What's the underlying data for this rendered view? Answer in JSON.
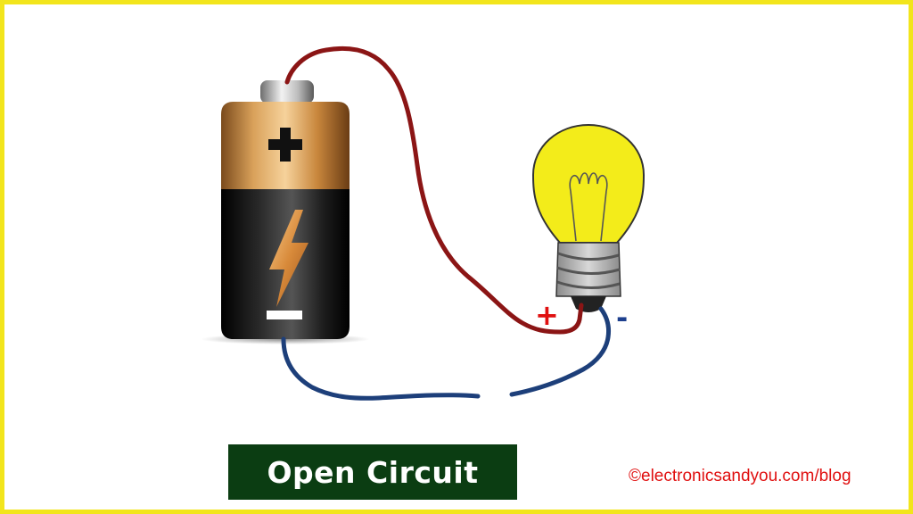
{
  "title": "Open Circuit",
  "copyright": "©electronicsandyou.com/blog",
  "terminals": {
    "positive_sign": "+",
    "negative_sign": "-"
  },
  "components": {
    "battery": {
      "name": "battery",
      "top_symbol": "plus",
      "center_symbol": "lightning-bolt",
      "bottom_symbol": "minus"
    },
    "bulb": {
      "name": "light-bulb"
    },
    "positive_wire": {
      "color": "#8b1515"
    },
    "negative_wire": {
      "color": "#1d3f7a",
      "state": "broken"
    }
  },
  "colors": {
    "frame": "#f2e51c",
    "title_background": "#0b3d12",
    "title_text": "#ffffff",
    "copyright_text": "#e01010",
    "bulb_glass": "#f3ec1a"
  }
}
